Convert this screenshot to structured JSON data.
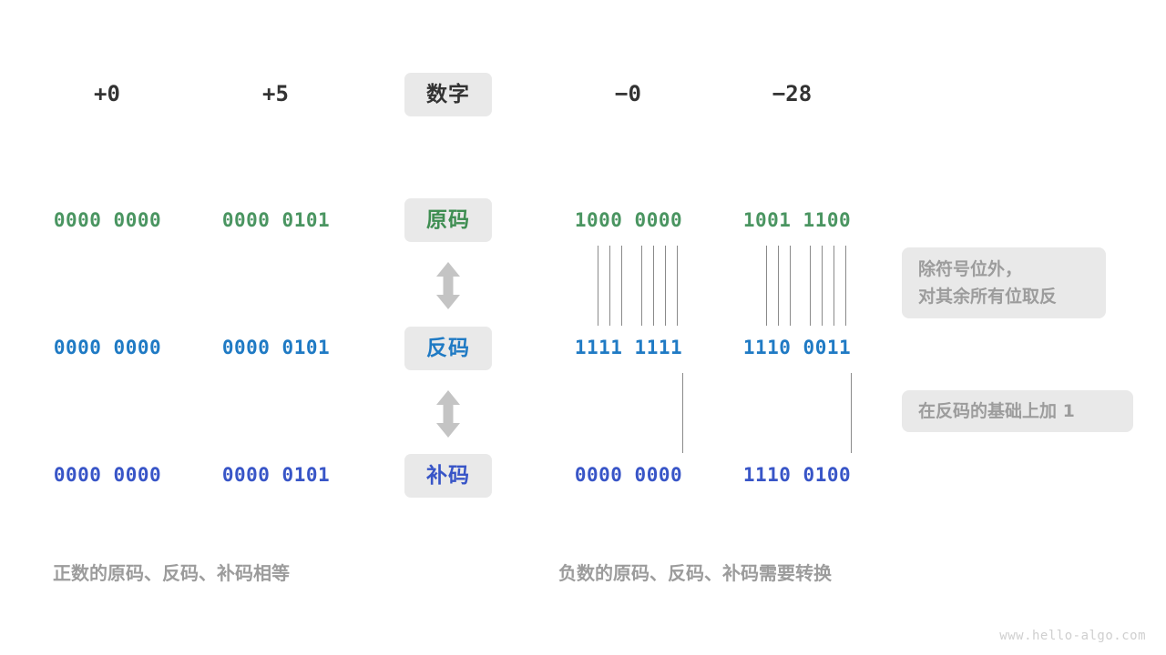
{
  "watermark": "www.hello-algo.com",
  "columns": {
    "headers": [
      "+0",
      "+5",
      "− 0",
      "− 28"
    ],
    "header_plus_zero": "+0",
    "header_plus_five": "+5",
    "header_minus_zero": "−0",
    "header_minus_twentyeight": "−28"
  },
  "center_badges": {
    "number": "数字",
    "true_form": "原码",
    "ones_complement": "反码",
    "twos_complement": "补码"
  },
  "rows": {
    "true_form": {
      "label": "原码",
      "color": "#4a9561",
      "values": {
        "plus_zero": "0000 0000",
        "plus_five": "0000 0101",
        "minus_zero": "1000 0000",
        "minus_twentyeight": "1001 1100"
      }
    },
    "ones_complement": {
      "label": "反码",
      "color": "#1f7ac4",
      "values": {
        "plus_zero": "0000 0000",
        "plus_five": "0000 0101",
        "minus_zero": "1111 1111",
        "minus_twentyeight": "1110 0011"
      }
    },
    "twos_complement": {
      "label": "补码",
      "color": "#3855c7",
      "values": {
        "plus_zero": "0000 0000",
        "plus_five": "0000 0101",
        "minus_zero": "0000 0000",
        "minus_twentyeight": "1110 0100"
      }
    }
  },
  "notes": {
    "invert_bits": "除符号位外，\n对其余所有位取反",
    "add_one": "在反码的基础上加  1"
  },
  "captions": {
    "positive": "正数的原码、反码、补码相等",
    "negative": "负数的原码、反码、补码需要转换"
  },
  "palette": {
    "green": "#4a9561",
    "blue": "#1f7ac4",
    "indigo": "#3855c7",
    "badge_bg": "#e9e9e9",
    "note_text": "#9c9c9c",
    "line": "#8a8a8a",
    "background": "#ffffff"
  }
}
